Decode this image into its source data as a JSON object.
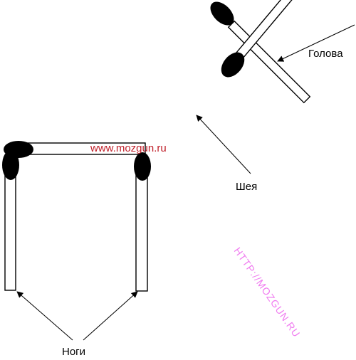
{
  "labels": {
    "head": "Голова",
    "neck": "Шея",
    "legs": "Ноги"
  },
  "website": "www.mozgun.ru",
  "watermark": "HTTP://MOZGUN.RU",
  "colors": {
    "stick_outline": "#000000",
    "match_head": "#000000",
    "website_text": "#c0202a",
    "watermark_text": "#f07cf0"
  }
}
